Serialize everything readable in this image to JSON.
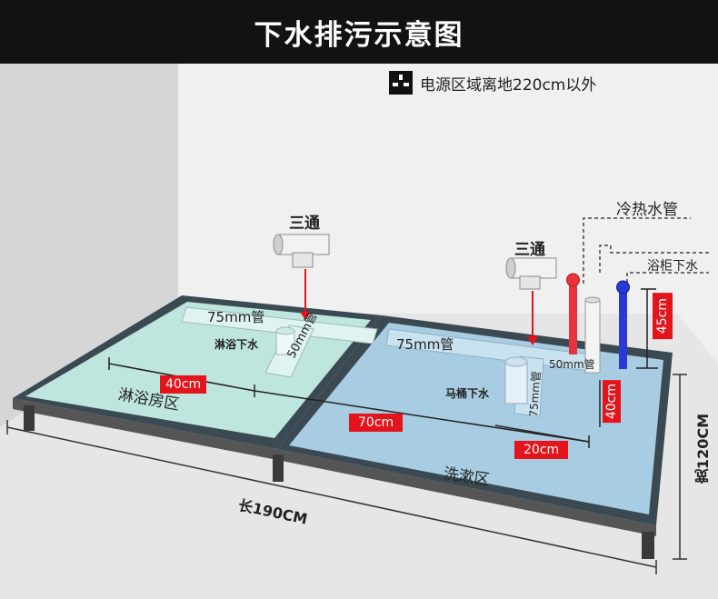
{
  "title": "下水排污示意图",
  "legend": {
    "text": "电源区域离地220cm以外",
    "icon": "power-socket-icon"
  },
  "labels": {
    "tee_left": "三通",
    "tee_right": "三通",
    "hot_cold_pipe": "冷热水管",
    "cabinet_drain": "浴柜下水",
    "pipe75_left": "75mm管",
    "pipe75_right": "75mm管",
    "shower_drain": "淋浴下水",
    "pipe50_left": "50mm管",
    "pipe50_right": "50mm管",
    "pipe75_vertical": "75mm管",
    "toilet_drain": "马桶下水",
    "shower_zone": "淋浴房区",
    "wash_zone": "洗漱区",
    "length": "长190CM",
    "width": "宽120CM"
  },
  "dimensions": {
    "d40_left": "40cm",
    "d70": "70cm",
    "d20": "20cm",
    "d40_right": "40cm",
    "d45": "45cm"
  },
  "colors": {
    "accent_red": "#e3141b",
    "hot_pipe": "#e8333c",
    "cold_pipe": "#2a39d6",
    "shower_zone": "#bfe5df",
    "wash_zone": "#a8cde3"
  }
}
